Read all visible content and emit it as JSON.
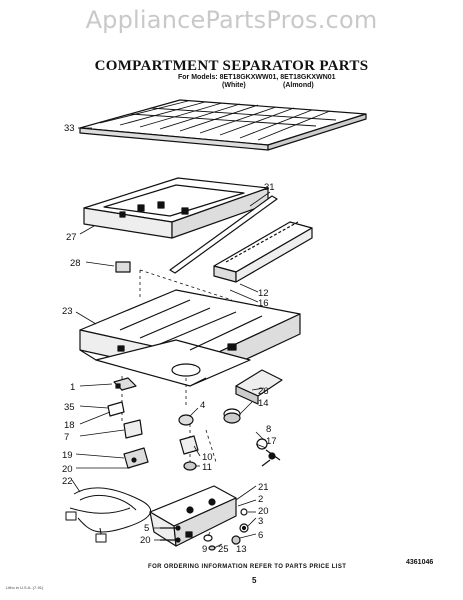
{
  "watermark": "AppliancePartsPros.com",
  "title": "COMPARTMENT SEPARATOR PARTS",
  "models_line": "For Models: 8ET18GKXWW01, 8ET18GKXWN01",
  "colors": {
    "white": "(White)",
    "almond": "(Almond)"
  },
  "callouts": [
    "33",
    "31",
    "27",
    "28",
    "12",
    "16",
    "23",
    "1",
    "26",
    "14",
    "35",
    "4",
    "18",
    "8",
    "7",
    "17",
    "10",
    "19",
    "11",
    "20",
    "21",
    "22",
    "2",
    "20",
    "3",
    "6",
    "5",
    "20",
    "9",
    "25",
    "13"
  ],
  "footer_note": "FOR ORDERING INFORMATION REFER TO PARTS PRICE LIST",
  "page_number": "5",
  "doc_number": "4361046",
  "fine_print": "Litho in U.S.A. (7-91)"
}
